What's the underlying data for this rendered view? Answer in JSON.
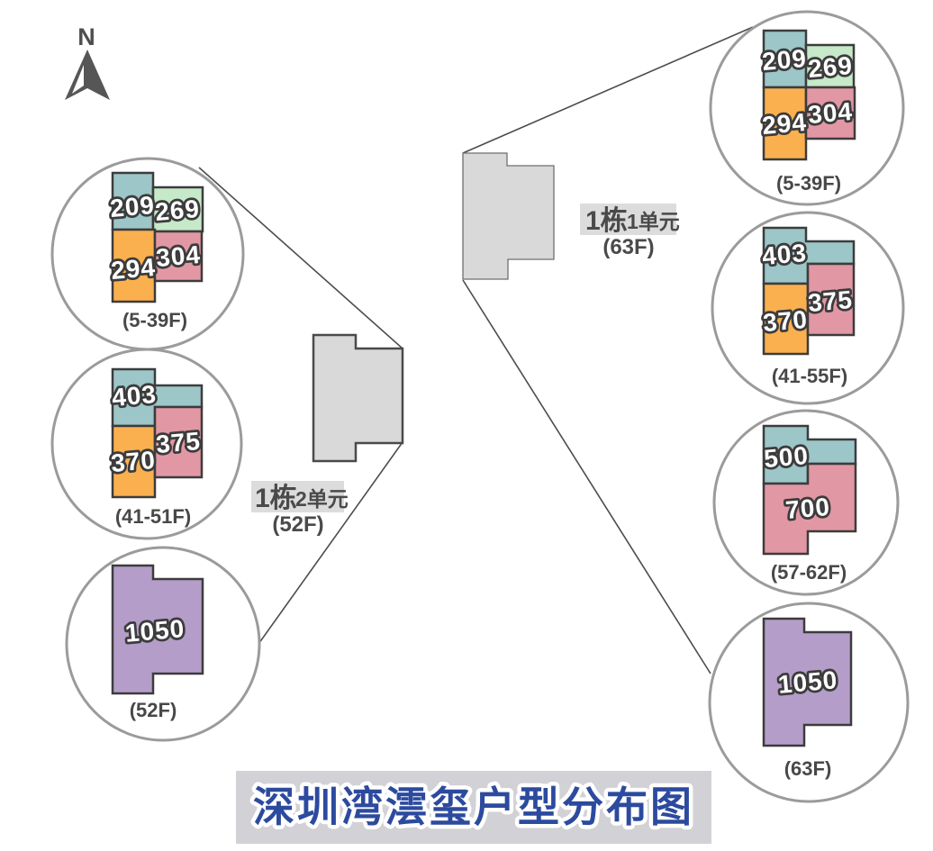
{
  "page_title": "深圳湾澐玺户型分布图",
  "compass_label": "N",
  "buildings": {
    "left": {
      "name": "1栋",
      "unit": "2单元",
      "floor": "(52F)"
    },
    "right": {
      "name": "1栋",
      "unit": "1单元",
      "floor": "(63F)"
    }
  },
  "left_circles": [
    {
      "floor_range": "(5-39F)",
      "units": [
        {
          "area": "209",
          "color_key": "teal"
        },
        {
          "area": "269",
          "color_key": "green"
        },
        {
          "area": "294",
          "color_key": "orange"
        },
        {
          "area": "304",
          "color_key": "pink"
        }
      ]
    },
    {
      "floor_range": "(41-51F)",
      "units": [
        {
          "area": "403",
          "color_key": "teal"
        },
        {
          "area": "370",
          "color_key": "orange"
        },
        {
          "area": "375",
          "color_key": "pink"
        }
      ]
    },
    {
      "floor_range": "(52F)",
      "units": [
        {
          "area": "1050",
          "color_key": "purple"
        }
      ]
    }
  ],
  "right_circles": [
    {
      "floor_range": "(5-39F)",
      "units": [
        {
          "area": "209",
          "color_key": "teal"
        },
        {
          "area": "269",
          "color_key": "green"
        },
        {
          "area": "294",
          "color_key": "orange"
        },
        {
          "area": "304",
          "color_key": "pink"
        }
      ]
    },
    {
      "floor_range": "(41-55F)",
      "units": [
        {
          "area": "403",
          "color_key": "teal"
        },
        {
          "area": "370",
          "color_key": "orange"
        },
        {
          "area": "375",
          "color_key": "pink"
        }
      ]
    },
    {
      "floor_range": "(57-62F)",
      "units": [
        {
          "area": "500",
          "color_key": "teal"
        },
        {
          "area": "700",
          "color_key": "pink"
        }
      ]
    },
    {
      "floor_range": "(63F)",
      "units": [
        {
          "area": "1050",
          "color_key": "purple"
        }
      ]
    }
  ],
  "colors": {
    "teal": "#9cc6c8",
    "green": "#c6e9c9",
    "orange": "#fbb04f",
    "pink": "#e297a4",
    "purple": "#b59dca",
    "building_gray": "#d9d9d9",
    "circle_stroke": "#9b9b9b",
    "shape_outline": "#3c3c3c",
    "label_text": "#4a4a4a",
    "label_box_bg": "#dcdcdc",
    "title_text": "#2c4a9e",
    "title_banner_bg": "#d2d2d6",
    "compass_dark": "#565656"
  }
}
